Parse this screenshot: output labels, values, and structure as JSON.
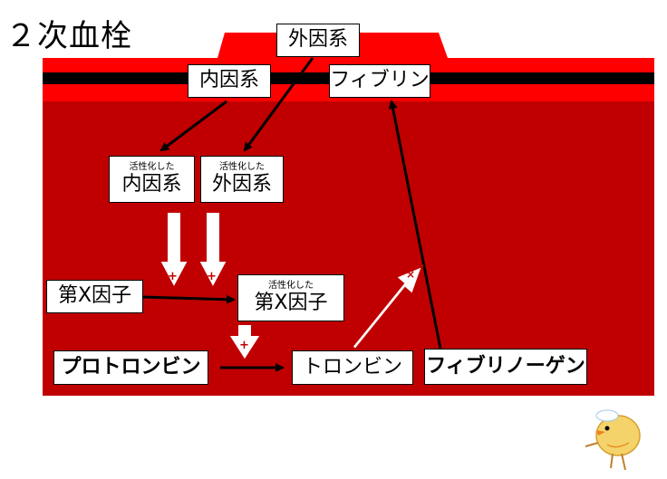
{
  "title": "２次血栓",
  "boxes": {
    "extrinsic_top": "外因系",
    "intrinsic_top": "内因系",
    "fibrin": "フィブリン",
    "activated_prefix": "活性化した",
    "activated_intrinsic": "内因系",
    "activated_extrinsic": "外因系",
    "factor_x": "第X因子",
    "activated_factor_x": "第X因子",
    "prothrombin": "プロトロンビン",
    "thrombin": "トロンビン",
    "fibrinogen": "フィブリノーゲン"
  },
  "signs": {
    "plus": "+",
    "cross": "×"
  },
  "colors": {
    "vessel": "#c00000",
    "vessel_top": "#ff0000",
    "band": "#000000"
  }
}
